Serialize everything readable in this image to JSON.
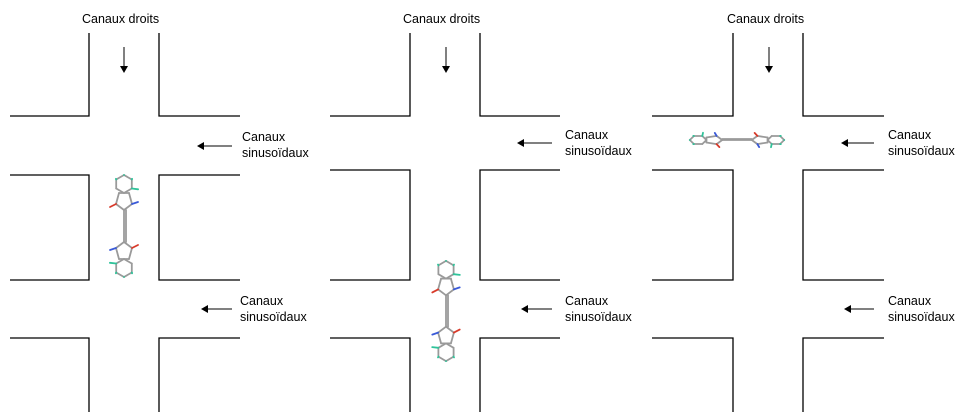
{
  "panels": [
    {
      "straight_label": "Canaux droits",
      "sinusoidal_labels": [
        {
          "line1": "Canaux",
          "line2": "sinusoïdaux"
        },
        {
          "line1": "Canaux",
          "line2": "sinusoïdaux"
        }
      ],
      "molecule_orientation": "vertical"
    },
    {
      "straight_label": "Canaux droits",
      "sinusoidal_labels": [
        {
          "line1": "Canaux",
          "line2": "sinusoïdaux"
        },
        {
          "line1": "Canaux",
          "line2": "sinusoïdaux"
        }
      ],
      "molecule_orientation": "vertical"
    },
    {
      "straight_label": "Canaux droits",
      "sinusoidal_labels": [
        {
          "line1": "Canaux",
          "line2": "sinusoïdaux"
        },
        {
          "line1": "Canaux",
          "line2": "sinusoïdaux"
        }
      ],
      "molecule_orientation": "horizontal"
    }
  ],
  "colors": {
    "wall": "#000000",
    "bond": "#9a9a9a",
    "hydrogen": "#2fc39a",
    "nitrogen": "#3a5ad8",
    "oxygen": "#d83a2a"
  }
}
